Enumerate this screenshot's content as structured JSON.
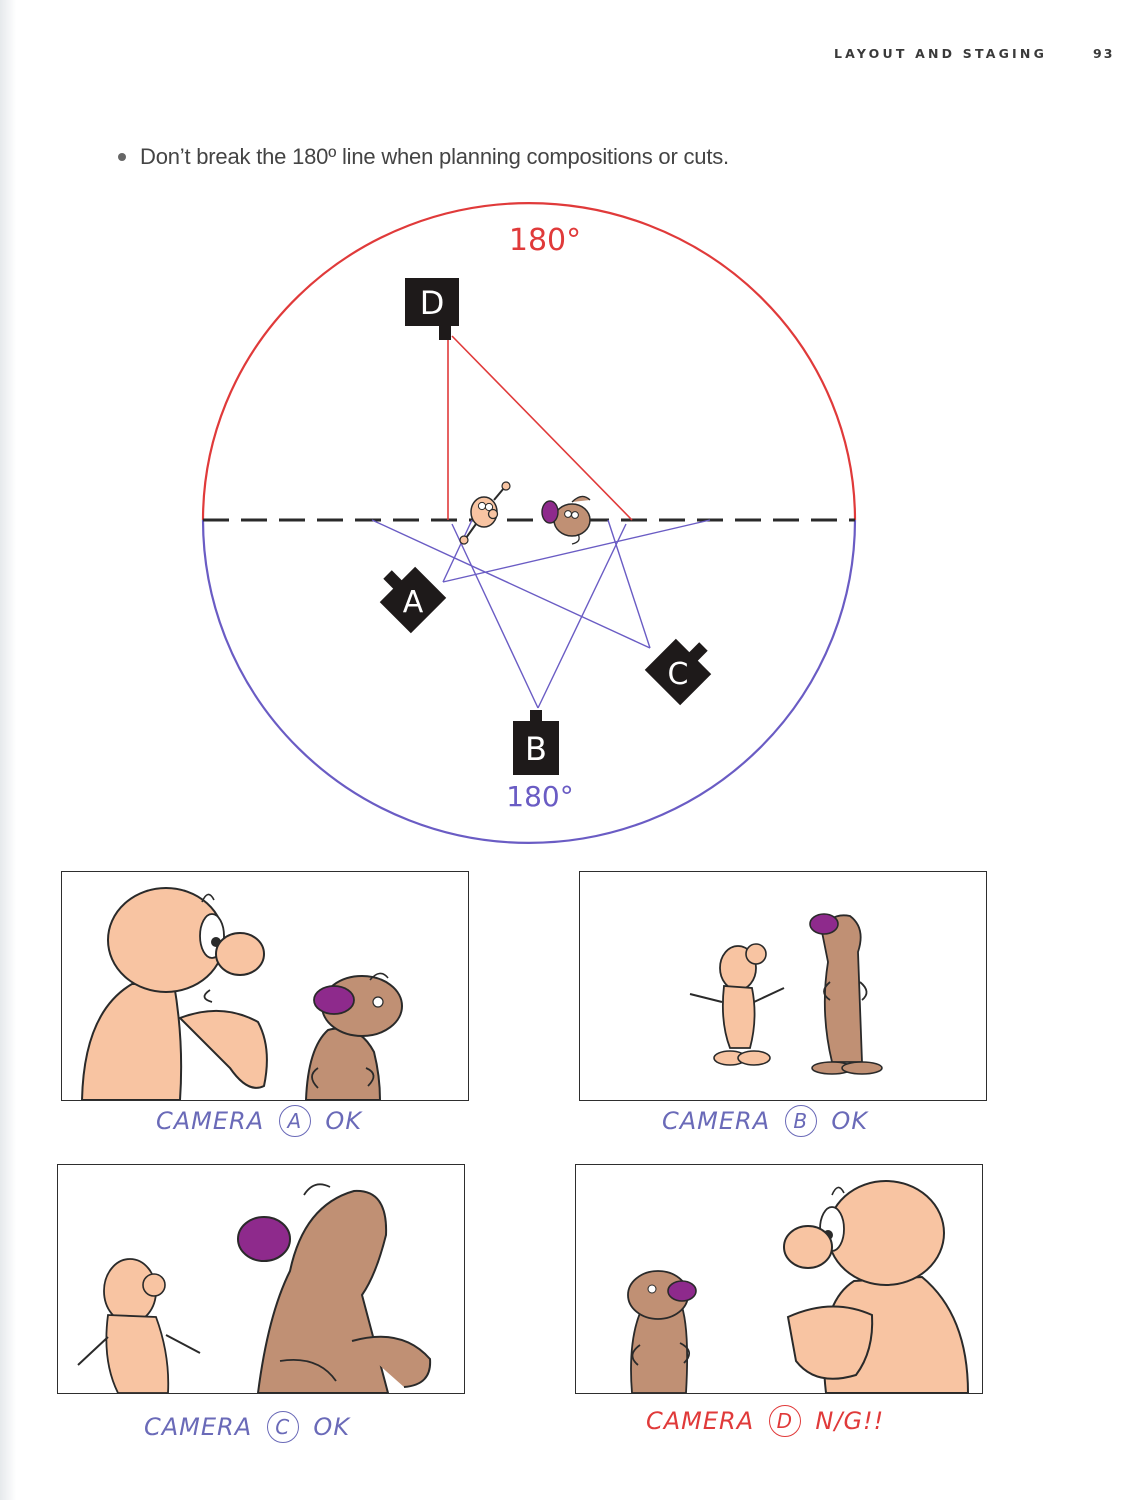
{
  "header": {
    "running_head": "LAYOUT AND STAGING",
    "page_number": "93"
  },
  "bullet_text": "Don’t break the 180º line when planning compositions or cuts.",
  "diagram": {
    "top_label": "180°",
    "bottom_label": "180°",
    "cameras": [
      "D",
      "A",
      "C",
      "B"
    ],
    "colors": {
      "top_half": "#e03a3a",
      "bottom_half": "#6a5cc4",
      "camera": "#1e1a1a"
    }
  },
  "panels": [
    {
      "camera": "A",
      "pre": "CAMERA",
      "verdict": "OK",
      "ok": true
    },
    {
      "camera": "B",
      "pre": "CAMERA",
      "verdict": "OK",
      "ok": true
    },
    {
      "camera": "C",
      "pre": "CAMERA",
      "verdict": "OK",
      "ok": true
    },
    {
      "camera": "D",
      "pre": "CAMERA",
      "verdict": "N/G!!",
      "ok": false
    }
  ],
  "character_colors": {
    "bald": "#f8c4a2",
    "dog": "#c09074",
    "nose": "#8e2a8c",
    "outline": "#2a2a2a"
  }
}
